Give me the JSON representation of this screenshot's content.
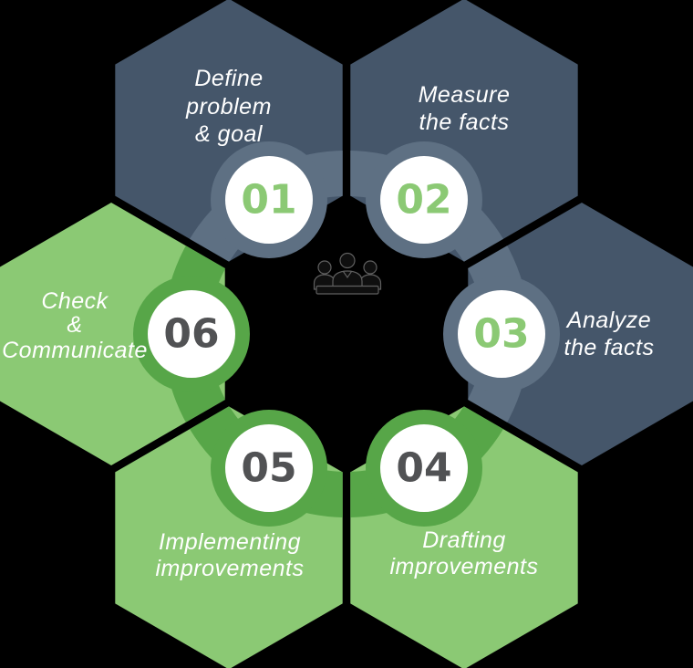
{
  "diagram": {
    "background_color": "#000000",
    "circle_fill": "#ffffff",
    "label_text_color": "#ffffff",
    "icon_fill": "#0f0f0f",
    "icon_outline": "#5f5f5f",
    "center_icon": "people-group-icon",
    "steps": [
      {
        "number": "01",
        "label_lines": [
          "Define",
          "problem",
          "& goal"
        ],
        "hex_color": "#45566a",
        "arc_color": "#5e7083",
        "number_color": "#8bc974"
      },
      {
        "number": "02",
        "label_lines": [
          "Measure",
          "the facts"
        ],
        "hex_color": "#45566a",
        "arc_color": "#5e7083",
        "number_color": "#8bc974"
      },
      {
        "number": "03",
        "label_lines": [
          "Analyze",
          "the facts"
        ],
        "hex_color": "#45566a",
        "arc_color": "#5e7083",
        "number_color": "#8bc974"
      },
      {
        "number": "04",
        "label_lines": [
          "Drafting",
          "improvements"
        ],
        "hex_color": "#8bc974",
        "arc_color": "#57a648",
        "number_color": "#515254"
      },
      {
        "number": "05",
        "label_lines": [
          "Implementing",
          "improvements"
        ],
        "hex_color": "#8bc974",
        "arc_color": "#57a648",
        "number_color": "#515254"
      },
      {
        "number": "06",
        "label_lines": [
          "Check",
          "&",
          "Communicate"
        ],
        "hex_color": "#8bc974",
        "arc_color": "#57a648",
        "number_color": "#515254"
      }
    ]
  }
}
